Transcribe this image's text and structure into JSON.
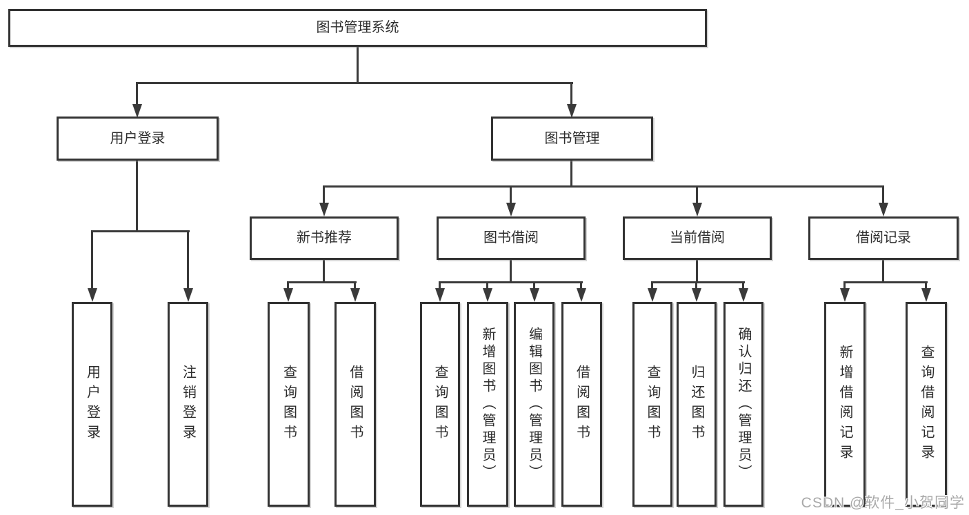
{
  "tree": {
    "root": {
      "label": "图书管理系统"
    },
    "children": [
      {
        "label": "用户登录",
        "children": [
          {
            "label": "用户登录"
          },
          {
            "label": "注销登录"
          }
        ]
      },
      {
        "label": "图书管理",
        "children": [
          {
            "label": "新书推荐",
            "children": [
              {
                "label": "查询图书"
              },
              {
                "label": "借阅图书"
              }
            ]
          },
          {
            "label": "图书借阅",
            "children": [
              {
                "label": "查询图书"
              },
              {
                "label": "新增图书（管理员）"
              },
              {
                "label": "编辑图书（管理员）"
              },
              {
                "label": "借阅图书"
              }
            ]
          },
          {
            "label": "当前借阅",
            "children": [
              {
                "label": "查询图书"
              },
              {
                "label": "归还图书"
              },
              {
                "label": "确认归还（管理员）"
              }
            ]
          },
          {
            "label": "借阅记录",
            "children": [
              {
                "label": "新增借阅记录"
              },
              {
                "label": "查询借阅记录"
              }
            ]
          }
        ]
      }
    ]
  },
  "watermark": {
    "text": "CSDN @软件_小贺同学"
  },
  "colors": {
    "line": "#3a3a3a",
    "border": "#333333",
    "fill": "#ffffff",
    "text": "#2d2d2d",
    "watermark": "#a9a9a9",
    "bg": "#ffffff"
  }
}
